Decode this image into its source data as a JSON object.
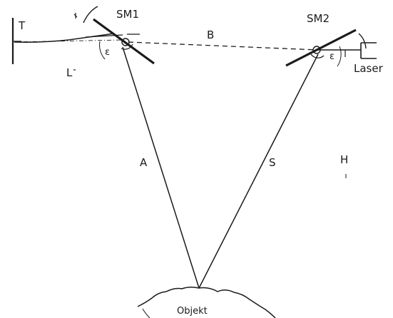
{
  "labels": {
    "mirror1": "SM1",
    "mirror2": "SM2",
    "baseline": "B",
    "distance_a": "A",
    "distance_s": "S",
    "receiver": "T",
    "lens": "L",
    "laser": "Laser",
    "h": "H",
    "object": "Objekt",
    "angle1": "ε",
    "angle2": "ε"
  },
  "colors": {
    "ink": "#1a1a1a",
    "paper": "#ffffff"
  }
}
